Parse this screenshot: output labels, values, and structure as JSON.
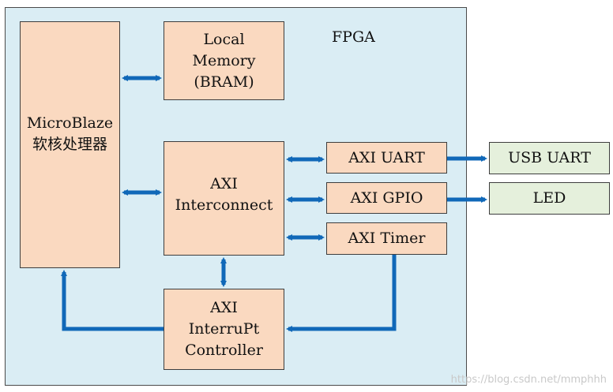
{
  "fpga_label": "FPGA",
  "blocks": {
    "microblaze": [
      "MicroBlaze",
      "软核处理器"
    ],
    "local_memory": [
      "Local",
      "Memory",
      "(BRAM)"
    ],
    "axi_interconnect": [
      "AXI",
      "Interconnect"
    ],
    "axi_uart": "AXI UART",
    "axi_gpio": "AXI GPIO",
    "axi_timer": "AXI Timer",
    "axi_intc": [
      "AXI",
      "InterruPt",
      "Controller"
    ]
  },
  "external": {
    "usb_uart": "USB UART",
    "led": "LED"
  },
  "watermark": "https://blog.csdn.net/mmphhh",
  "colors": {
    "fpga_fill": "#daedf4",
    "block_fill": "#fad9c0",
    "external_fill": "#e5f0dc",
    "arrow": "#1068b8"
  }
}
